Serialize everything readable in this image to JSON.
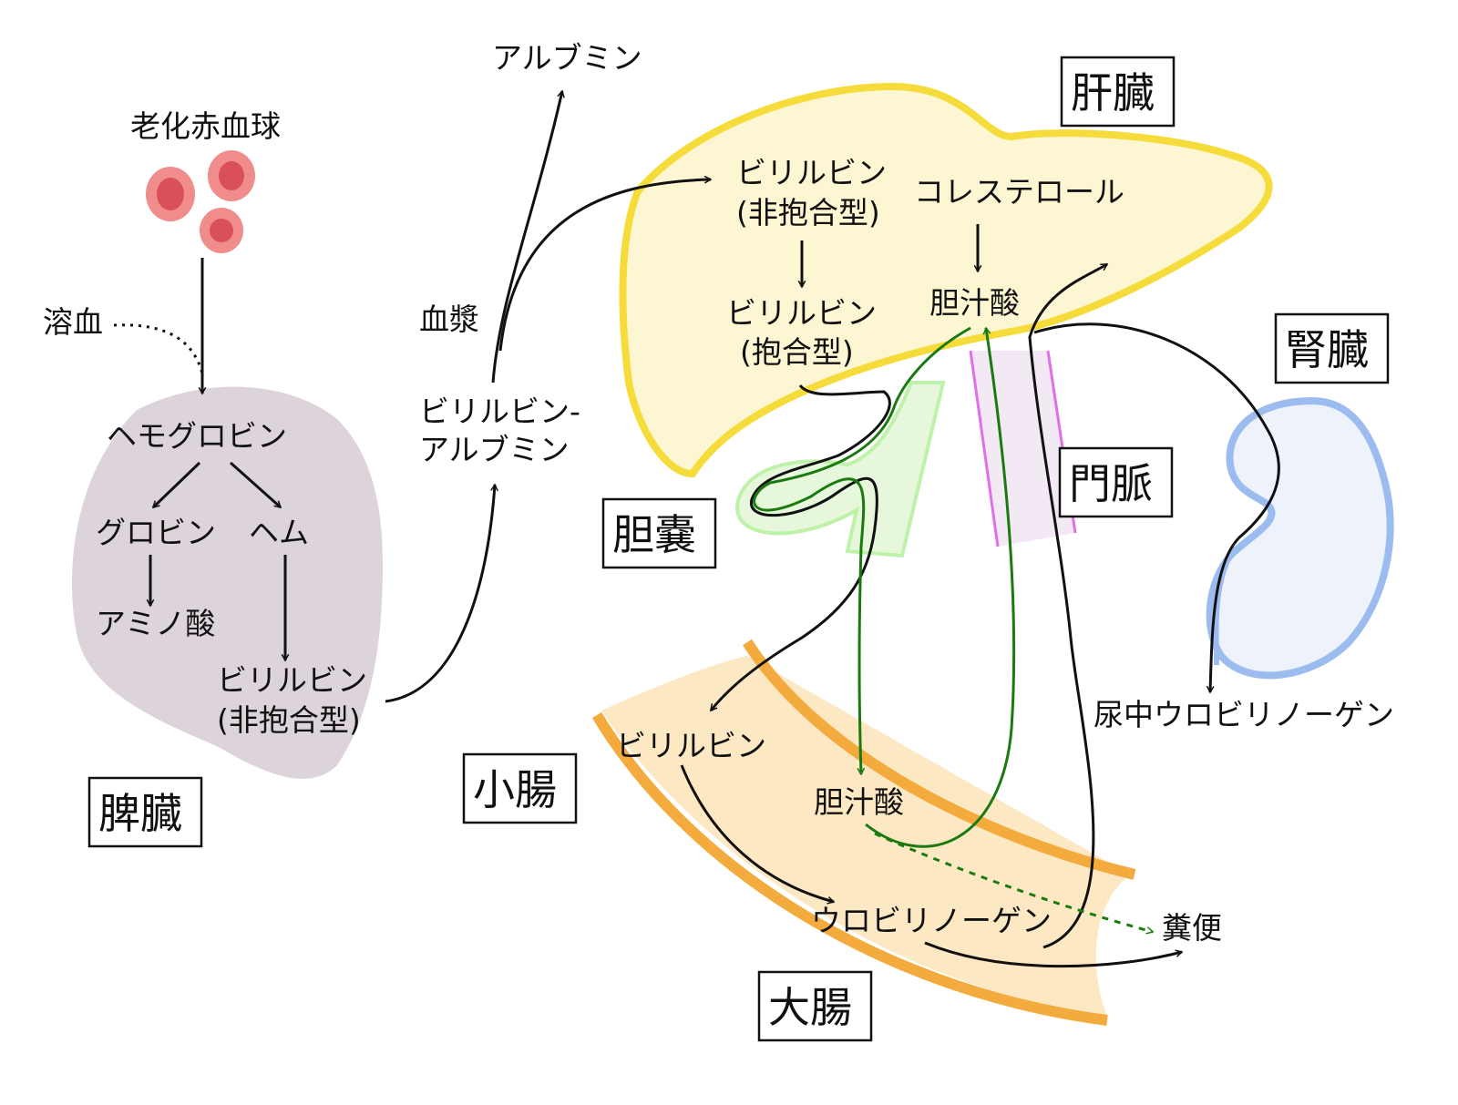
{
  "colors": {
    "rbc_fill": "#f08c8c",
    "rbc_core": "#d9505a",
    "spleen_fill": "#ddd3da",
    "liver_fill": "#fdf6d2",
    "liver_stroke": "#f6dc3a",
    "gallbladder_stroke": "#b8f0a0",
    "portal_vein_stroke": "#e070e8",
    "kidney_stroke": "#9cbcf0",
    "intestine_fill": "#fde8c4",
    "intestine_stroke": "#f2ab3c",
    "bile_acid_arrow": "#1a7a10",
    "arrow": "#111111"
  },
  "organs": {
    "spleen": "脾臓",
    "liver": "肝臓",
    "kidney": "腎臓",
    "gallbladder": "胆嚢",
    "portal_vein": "門脈",
    "small_intestine": "小腸",
    "large_intestine": "大腸"
  },
  "labels": {
    "senescent_rbc": "老化赤血球",
    "hemolysis": "溶血",
    "hemoglobin": "ヘモグロビン",
    "globin": "グロビン",
    "heme": "ヘム",
    "amino_acid": "アミノ酸",
    "spleen_bilirubin_1": "ビリルビン",
    "spleen_bilirubin_2": "(非抱合型)",
    "albumin": "アルブミン",
    "plasma": "血漿",
    "bili_albumin_1": "ビリルビン-",
    "bili_albumin_2": "アルブミン",
    "liver_unconj_1": "ビリルビン",
    "liver_unconj_2": "(非抱合型)",
    "liver_conj_1": "ビリルビン",
    "liver_conj_2": "(抱合型)",
    "cholesterol": "コレステロール",
    "bile_acid_liver": "胆汁酸",
    "intestine_bilirubin": "ビリルビン",
    "bile_acid_intestine": "胆汁酸",
    "urobilinogen": "ウロビリノーゲン",
    "feces": "糞便",
    "urine_urobilinogen": "尿中ウロビリノーゲン"
  }
}
